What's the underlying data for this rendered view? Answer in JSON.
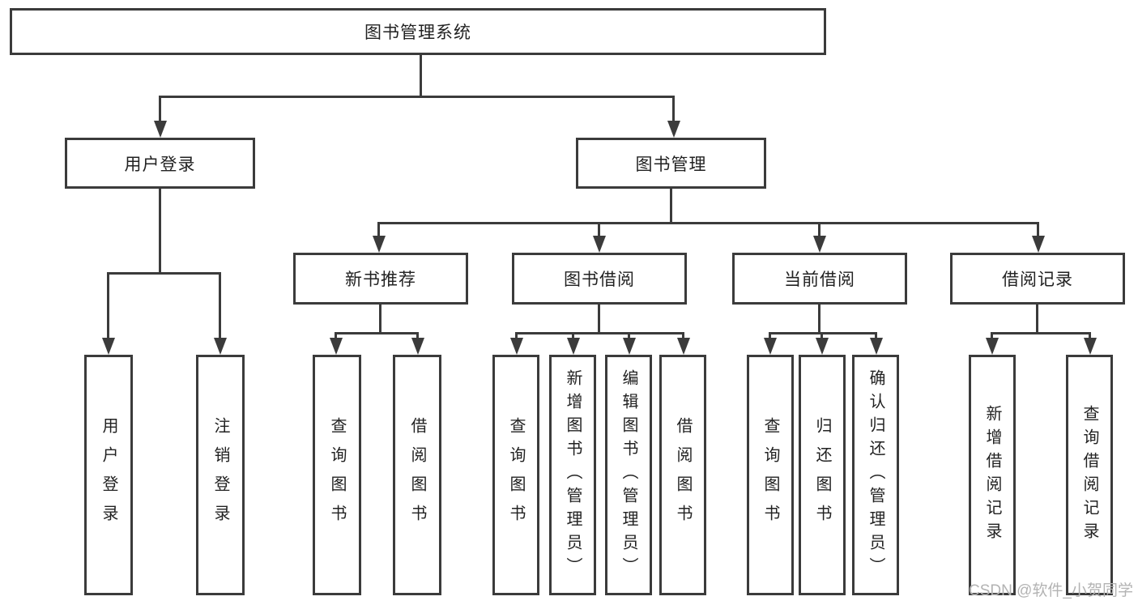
{
  "nodes": {
    "root": "图书管理系统",
    "l2_user_login": "用户登录",
    "l2_book_mgmt": "图书管理",
    "l3_new_book": "新书推荐",
    "l3_book_borrow": "图书借阅",
    "l3_current_borrow": "当前借阅",
    "l3_borrow_record": "借阅记录",
    "leaf_user_login": "用户登录",
    "leaf_logout": "注销登录",
    "leaf_nb_query": "查询图书",
    "leaf_nb_borrow": "借阅图书",
    "leaf_bb_query": "查询图书",
    "leaf_bb_add": "新增图书（管理员）",
    "leaf_bb_edit": "编辑图书（管理员）",
    "leaf_bb_borrow": "借阅图书",
    "leaf_cb_query": "查询图书",
    "leaf_cb_return": "归还图书",
    "leaf_cb_confirm": "确认归还（管理员）",
    "leaf_br_add": "新增借阅记录",
    "leaf_br_query": "查询借阅记录"
  },
  "watermark": "CSDN @软件_小贺同学",
  "colors": {
    "line": "#3b3b3b",
    "text": "#222222",
    "watermark": "#b3b3b3",
    "background": "#ffffff"
  }
}
